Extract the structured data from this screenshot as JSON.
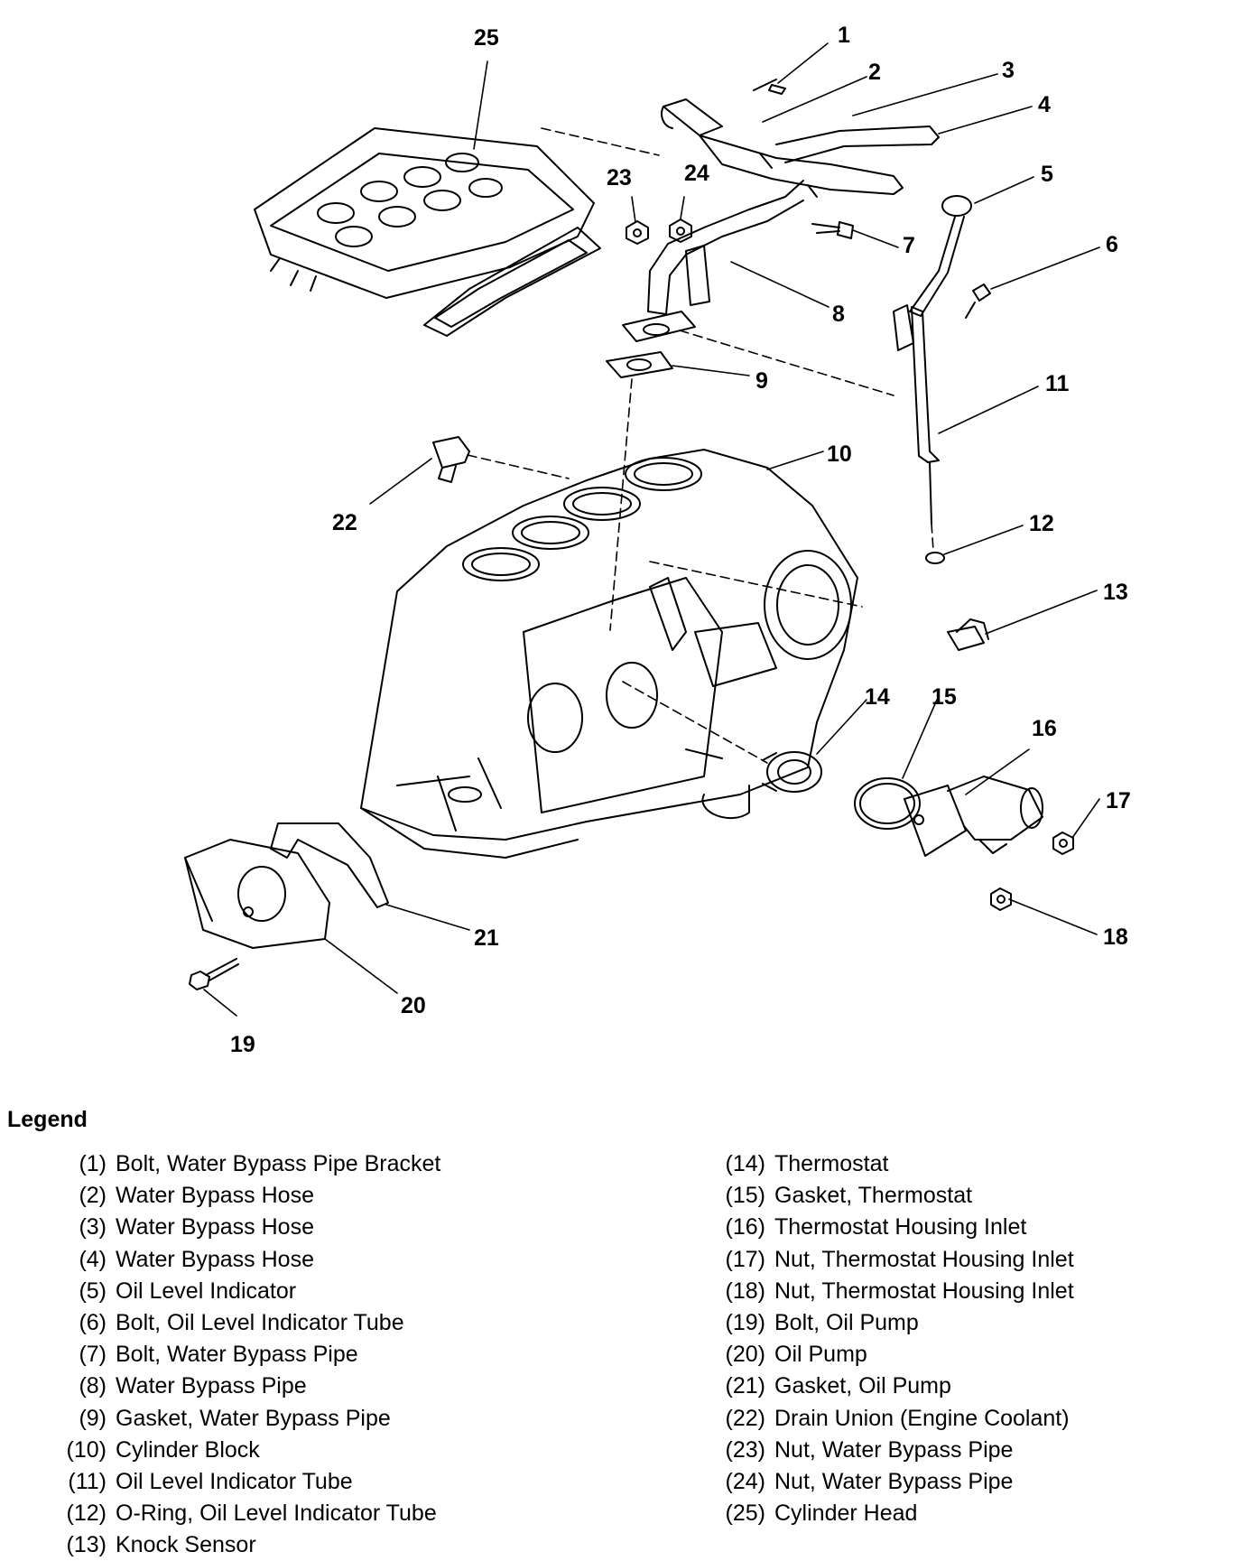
{
  "callouts": [
    "1",
    "2",
    "3",
    "4",
    "5",
    "6",
    "7",
    "8",
    "9",
    "10",
    "11",
    "12",
    "13",
    "14",
    "15",
    "16",
    "17",
    "18",
    "19",
    "20",
    "21",
    "22",
    "23",
    "24",
    "25"
  ],
  "legend": {
    "title": "Legend",
    "column1": [
      {
        "num": "(1)",
        "label": "Bolt, Water Bypass Pipe Bracket"
      },
      {
        "num": "(2)",
        "label": "Water Bypass Hose"
      },
      {
        "num": "(3)",
        "label": "Water Bypass Hose"
      },
      {
        "num": "(4)",
        "label": "Water Bypass Hose"
      },
      {
        "num": "(5)",
        "label": "Oil Level Indicator"
      },
      {
        "num": "(6)",
        "label": "Bolt, Oil Level Indicator Tube"
      },
      {
        "num": "(7)",
        "label": "Bolt, Water Bypass Pipe"
      },
      {
        "num": "(8)",
        "label": "Water Bypass Pipe"
      },
      {
        "num": "(9)",
        "label": "Gasket, Water Bypass Pipe"
      },
      {
        "num": "(10)",
        "label": "Cylinder Block"
      },
      {
        "num": "(11)",
        "label": "Oil Level Indicator Tube"
      },
      {
        "num": "(12)",
        "label": "O-Ring, Oil Level Indicator Tube"
      },
      {
        "num": "(13)",
        "label": "Knock Sensor"
      }
    ],
    "column2": [
      {
        "num": "(14)",
        "label": "Thermostat"
      },
      {
        "num": "(15)",
        "label": "Gasket, Thermostat"
      },
      {
        "num": "(16)",
        "label": "Thermostat Housing Inlet"
      },
      {
        "num": "(17)",
        "label": "Nut, Thermostat Housing Inlet"
      },
      {
        "num": "(18)",
        "label": "Nut, Thermostat Housing Inlet"
      },
      {
        "num": "(19)",
        "label": "Bolt, Oil Pump"
      },
      {
        "num": "(20)",
        "label": "Oil Pump"
      },
      {
        "num": "(21)",
        "label": "Gasket, Oil Pump"
      },
      {
        "num": "(22)",
        "label": "Drain Union (Engine Coolant)"
      },
      {
        "num": "(23)",
        "label": "Nut, Water Bypass Pipe"
      },
      {
        "num": "(24)",
        "label": "Nut, Water Bypass Pipe"
      },
      {
        "num": "(25)",
        "label": "Cylinder Head"
      }
    ]
  }
}
